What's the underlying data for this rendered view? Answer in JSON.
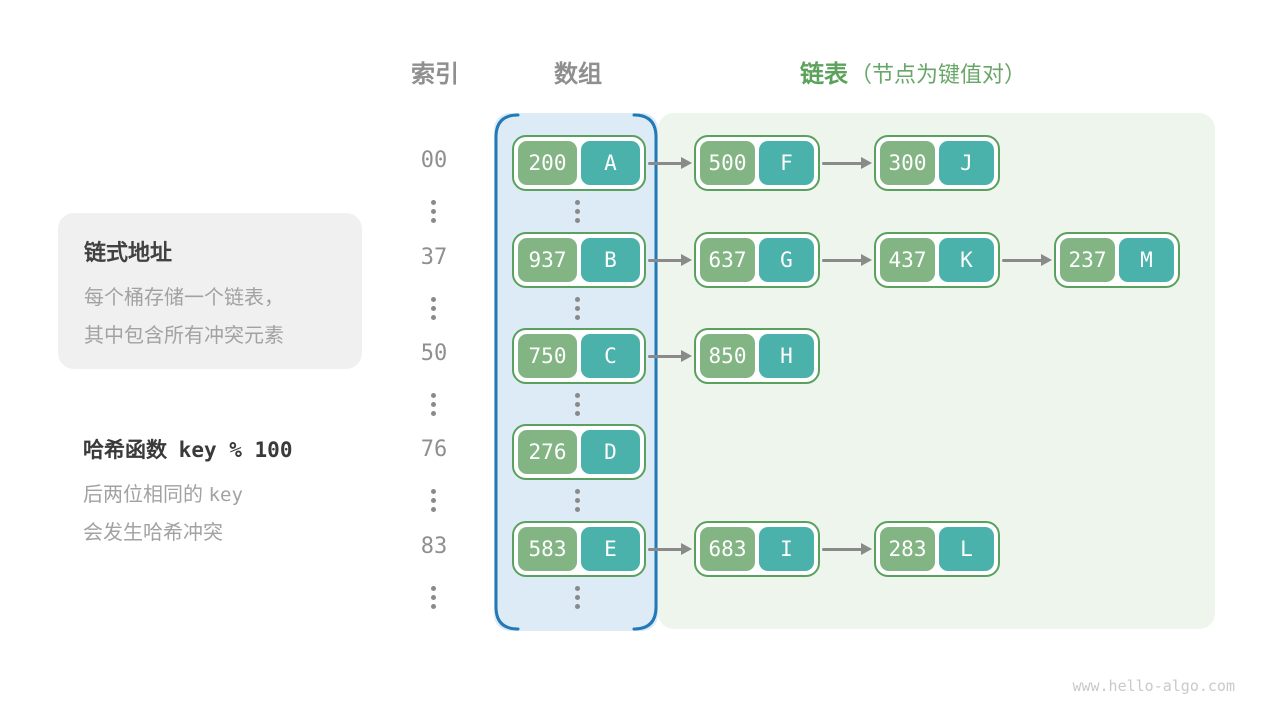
{
  "headers": {
    "index": "索引",
    "array": "数组",
    "list": "链表",
    "list_note": "（节点为键值对）"
  },
  "info_box": {
    "title": "链式地址",
    "line1": "每个桶存储一个链表，",
    "line2": "其中包含所有冲突元素"
  },
  "hash_note": {
    "title_prefix": "哈希函数",
    "title_code": "key % 100",
    "line1_prefix": "后两位相同的",
    "line1_code": "key",
    "line2": "会发生哈希冲突"
  },
  "rows": [
    {
      "index": "00",
      "bucket": {
        "key": "200",
        "value": "A"
      },
      "chain": [
        {
          "key": "500",
          "value": "F"
        },
        {
          "key": "300",
          "value": "J"
        }
      ]
    },
    {
      "index": "37",
      "bucket": {
        "key": "937",
        "value": "B"
      },
      "chain": [
        {
          "key": "637",
          "value": "G"
        },
        {
          "key": "437",
          "value": "K"
        },
        {
          "key": "237",
          "value": "M"
        }
      ]
    },
    {
      "index": "50",
      "bucket": {
        "key": "750",
        "value": "C"
      },
      "chain": [
        {
          "key": "850",
          "value": "H"
        }
      ]
    },
    {
      "index": "76",
      "bucket": {
        "key": "276",
        "value": "D"
      },
      "chain": []
    },
    {
      "index": "83",
      "bucket": {
        "key": "583",
        "value": "E"
      },
      "chain": [
        {
          "key": "683",
          "value": "I"
        },
        {
          "key": "283",
          "value": "L"
        }
      ]
    }
  ],
  "colors": {
    "node_border": "#5aa05e",
    "node_key_bg": "#82b583",
    "node_value_bg": "#4bb1ab",
    "array_region_bg": "#dcebf6",
    "array_region_border": "#2379b6",
    "list_region_bg": "#eef5ec",
    "arrow": "#8a8a8a",
    "header_gray": "#8f8f8f",
    "header_green": "#5ca25c"
  },
  "watermark": "www.hello-algo.com"
}
